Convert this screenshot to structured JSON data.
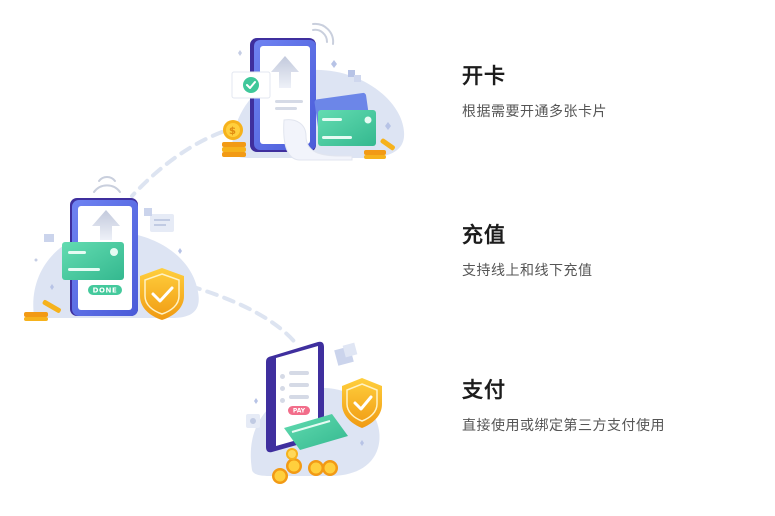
{
  "features": [
    {
      "title": "开卡",
      "desc": "根据需要开通多张卡片",
      "icon": "open-card-illustration"
    },
    {
      "title": "充值",
      "desc": "支持线上和线下充值",
      "icon": "top-up-illustration"
    },
    {
      "title": "支付",
      "desc": "直接使用或绑定第三方支付使用",
      "icon": "payment-illustration"
    }
  ],
  "labels": {
    "done": "DONE",
    "pay": "PAY"
  },
  "colors": {
    "phone_body": "#5a6fe6",
    "phone_dark": "#3d2f9e",
    "card_green": "#4dd2a5",
    "blob": "#d9e1f2",
    "coin": "#f6b21c",
    "shield": "#f5b31b",
    "dashed_path": "#dfe6f2"
  }
}
